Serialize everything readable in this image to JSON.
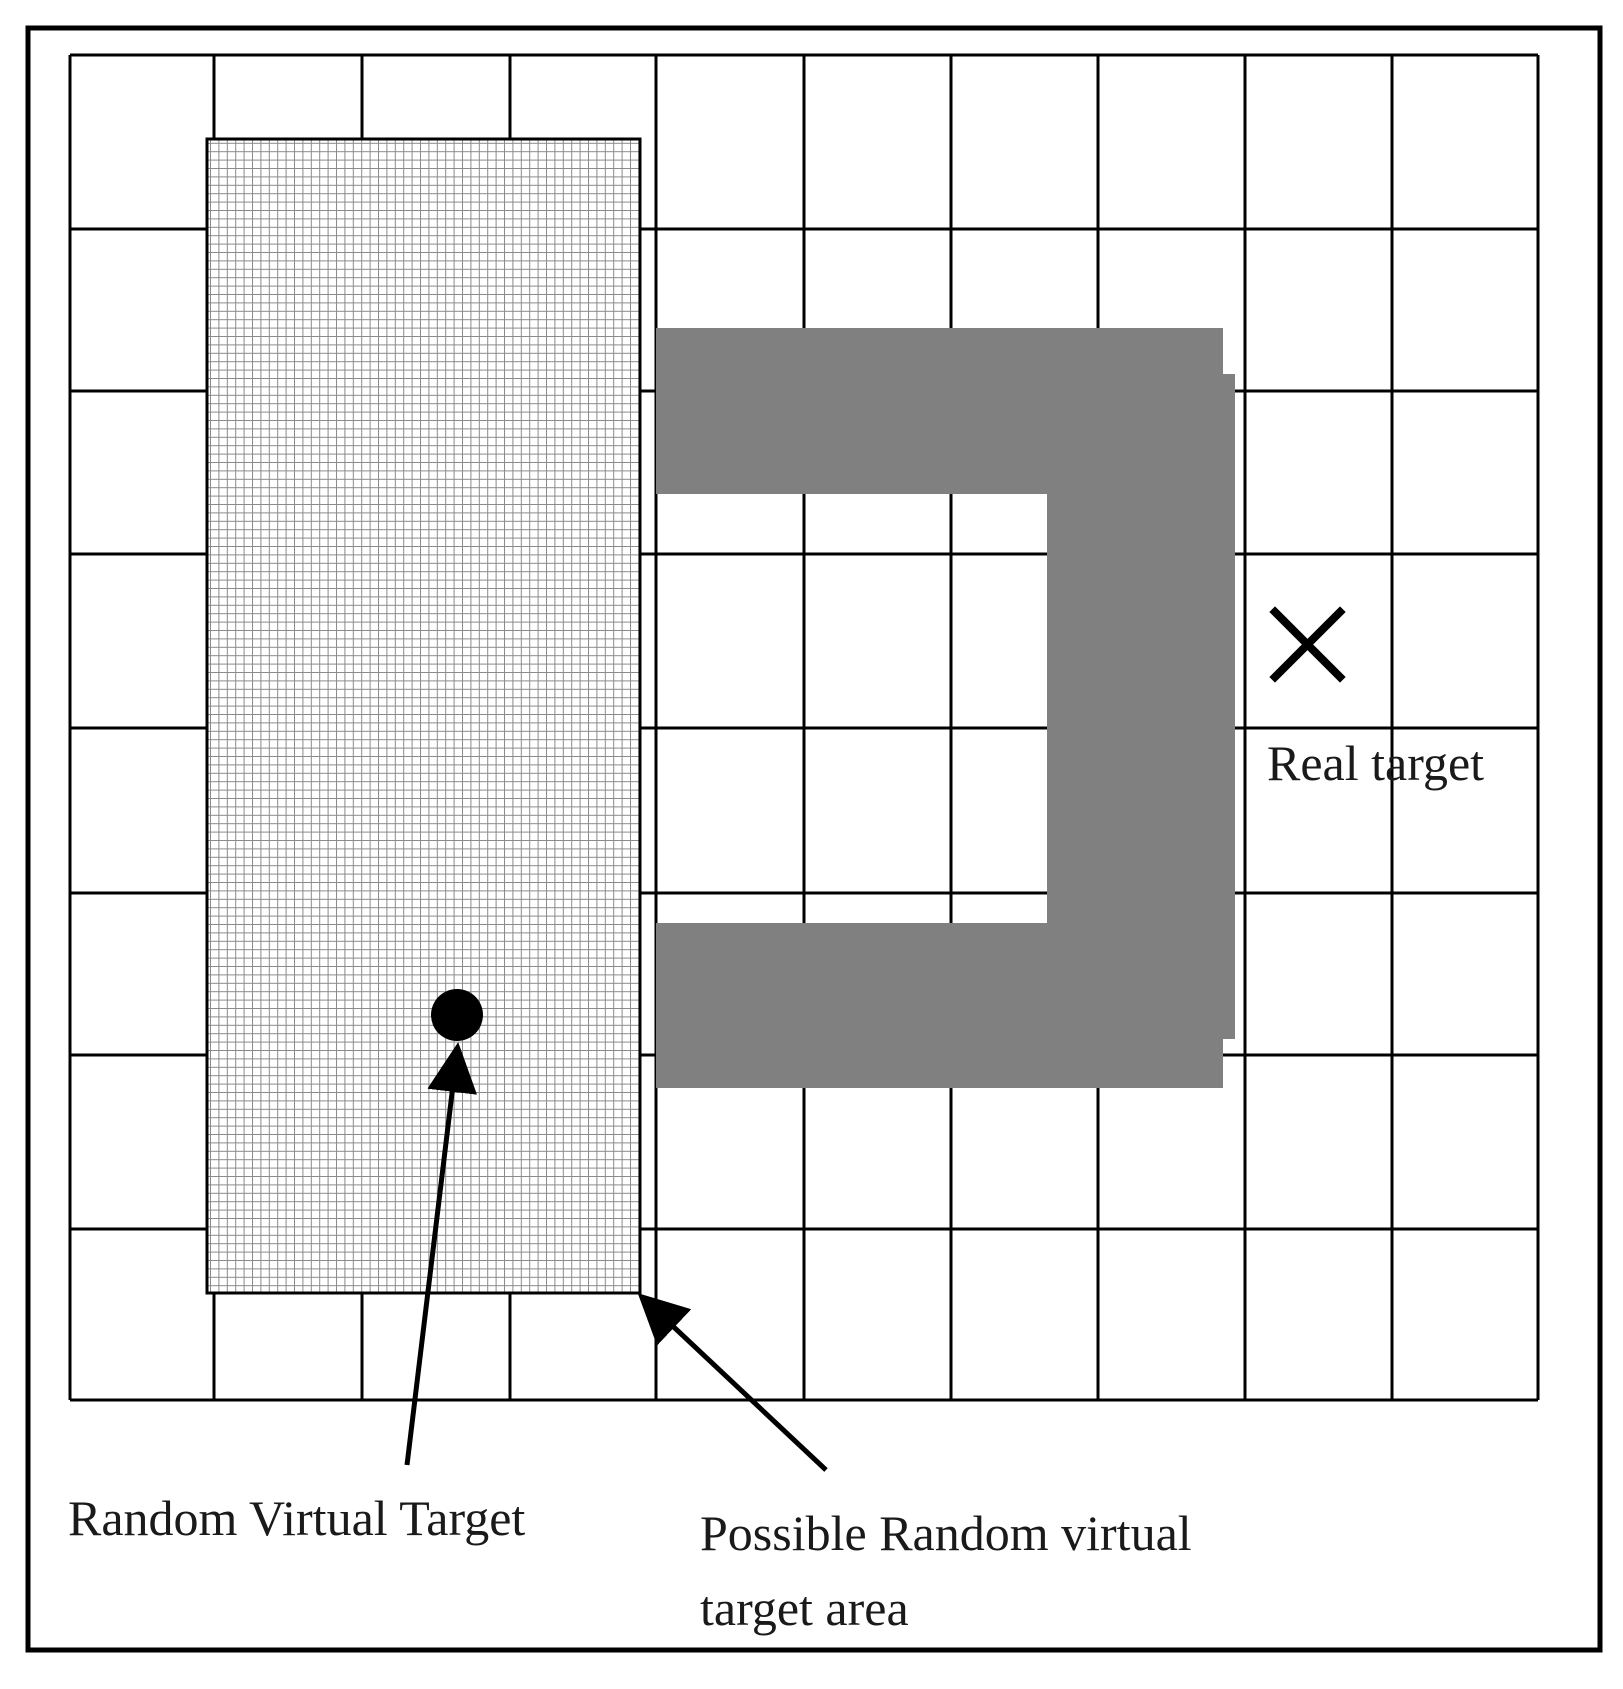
{
  "labels": {
    "real_target": "Real target",
    "random_virtual_target": "Random Virtual Target",
    "possible_area_line1": "Possible Random virtual",
    "possible_area_line2": "target area"
  },
  "grid": {
    "columns": 10,
    "rows": 8
  },
  "colors": {
    "obstacle": "#808080",
    "hatch": "#8a8a8a",
    "lines": "#000000",
    "background": "#ffffff"
  },
  "icons": {
    "real_target": "x-mark-icon",
    "virtual_target": "filled-circle-icon"
  }
}
